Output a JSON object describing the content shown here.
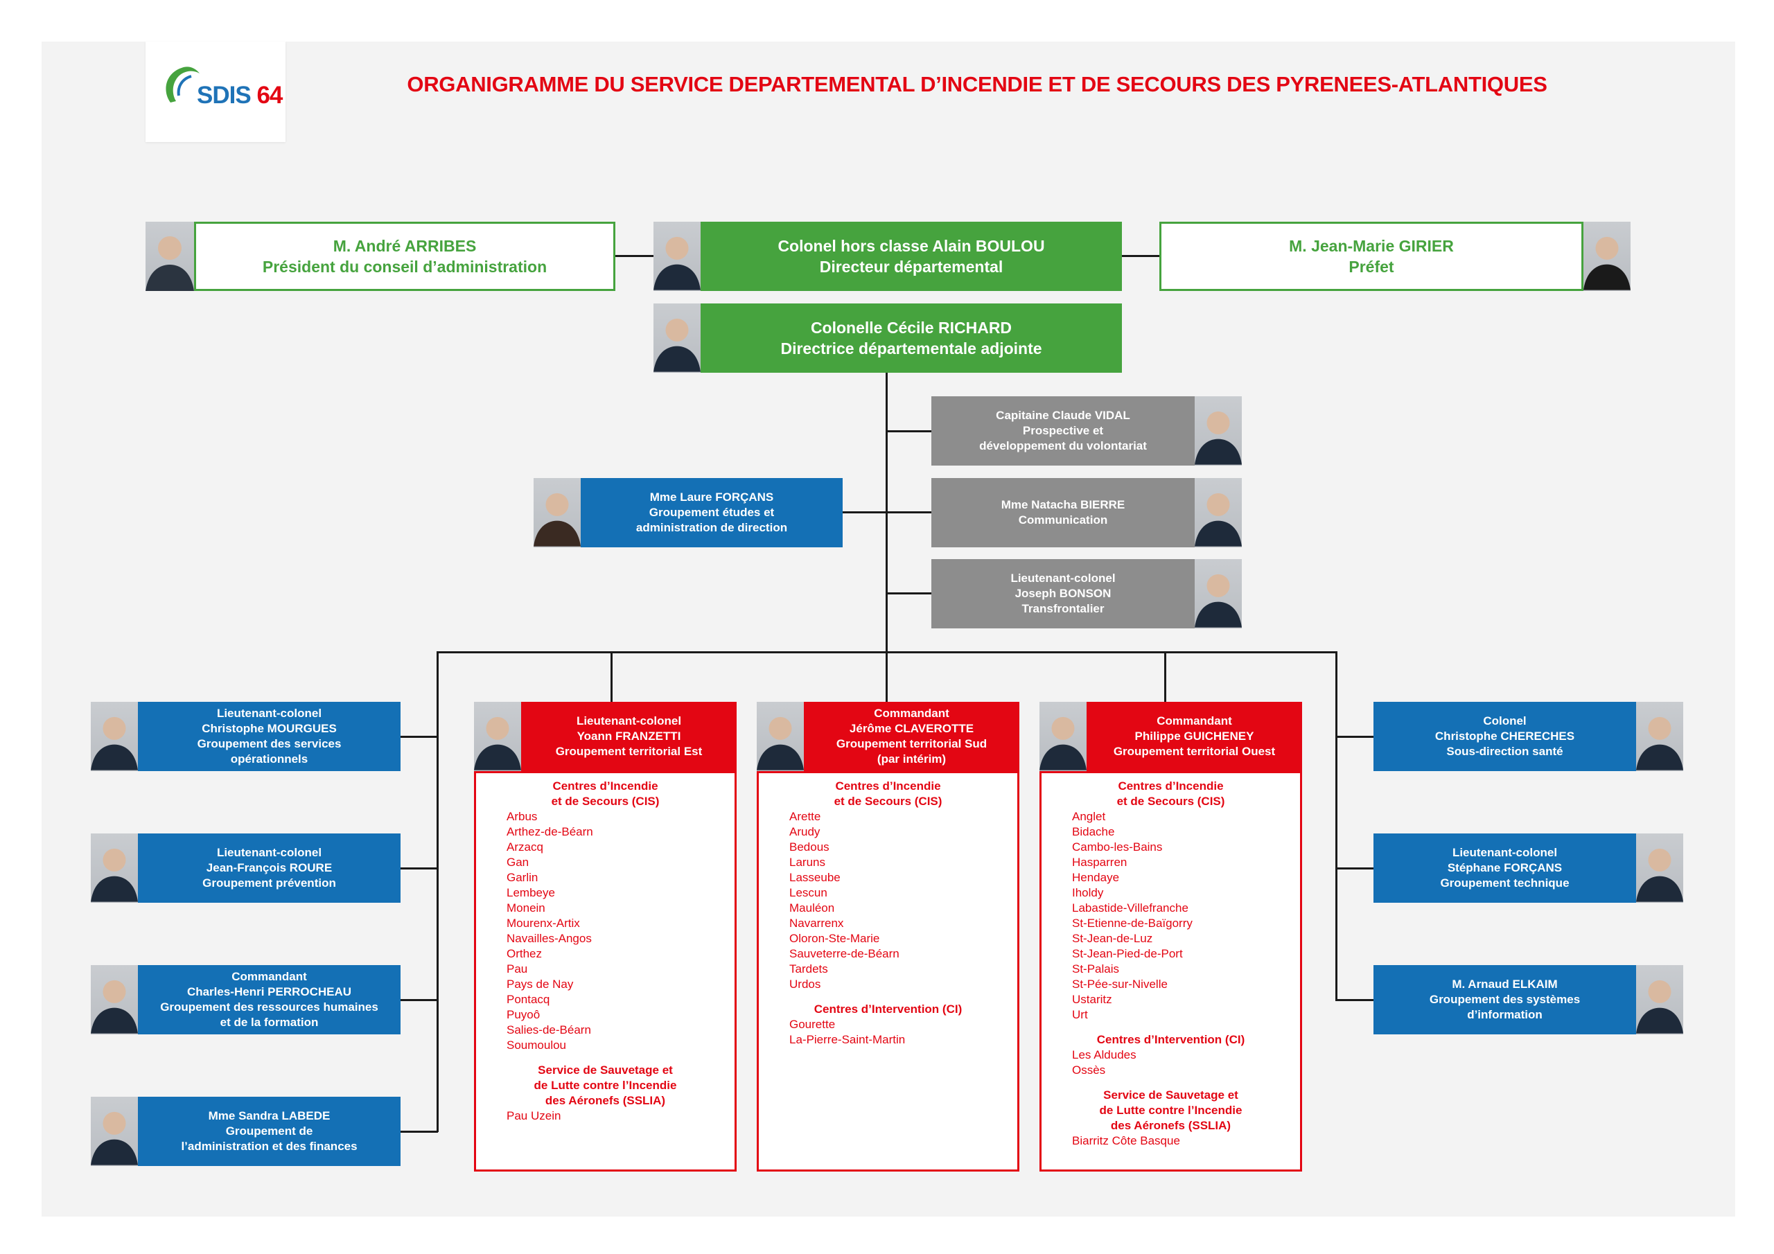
{
  "logo": {
    "part1": "SDIS",
    "part2": "64"
  },
  "title": "ORGANIGRAMME DU SERVICE DEPARTEMENTAL D’INCENDIE ET DE SECOURS DES PYRENEES-ATLANTIQUES",
  "top": {
    "president": {
      "line1": "M. André ARRIBES",
      "line2": "Président du conseil d’administration"
    },
    "director": {
      "line1": "Colonel hors classe Alain BOULOU",
      "line2": "Directeur départemental"
    },
    "prefect": {
      "line1": "M. Jean-Marie GIRIER",
      "line2": "Préfet"
    },
    "deputy": {
      "line1": "Colonelle Cécile RICHARD",
      "line2": "Directrice départementale adjointe"
    }
  },
  "staff": {
    "vidal": {
      "line1": "Capitaine Claude VIDAL",
      "line2": "Prospective et",
      "line3": "développement du volontariat"
    },
    "bierre": {
      "line1": "Mme Natacha BIERRE",
      "line2": "Communication"
    },
    "bonson": {
      "line1": "Lieutenant-colonel",
      "line2": "Joseph BONSON",
      "line3": "Transfrontalier"
    },
    "forcans_laure": {
      "line1": "Mme Laure FORÇANS",
      "line2": "Groupement études et",
      "line3": "administration de direction"
    }
  },
  "left_groups": [
    {
      "lines": [
        "Lieutenant-colonel",
        "Christophe MOURGUES",
        "Groupement des services",
        "opérationnels"
      ]
    },
    {
      "lines": [
        "Lieutenant-colonel",
        "Jean-François ROURE",
        "Groupement prévention"
      ]
    },
    {
      "lines": [
        "Commandant",
        "Charles-Henri PERROCHEAU",
        "Groupement des ressources humaines",
        "et de la formation"
      ]
    },
    {
      "lines": [
        "Mme Sandra LABEDE",
        "Groupement de",
        "l’administration et des finances"
      ]
    }
  ],
  "right_groups": [
    {
      "lines": [
        "Colonel",
        "Christophe CHERECHES",
        "Sous-direction santé"
      ]
    },
    {
      "lines": [
        "Lieutenant-colonel",
        "Stéphane FORÇANS",
        "Groupement technique"
      ]
    },
    {
      "lines": [
        "M. Arnaud ELKAIM",
        "Groupement des systèmes",
        "d’information"
      ]
    }
  ],
  "territorial": [
    {
      "header": [
        "Lieutenant-colonel",
        "Yoann FRANZETTI",
        "Groupement territorial Est"
      ],
      "sections": [
        {
          "heading": [
            "Centres d’Incendie",
            "et de Secours (CIS)"
          ],
          "items": [
            "Arbus",
            "Arthez-de-Béarn",
            "Arzacq",
            "Gan",
            "Garlin",
            "Lembeye",
            "Monein",
            "Mourenx-Artix",
            "Navailles-Angos",
            "Orthez",
            "Pau",
            "Pays de Nay",
            "Pontacq",
            "Puyoô",
            "Salies-de-Béarn",
            "Soumoulou"
          ]
        },
        {
          "heading": [
            "Service de Sauvetage et",
            "de Lutte contre l’Incendie",
            "des Aéronefs (SSLIA)"
          ],
          "items": [
            "Pau Uzein"
          ]
        }
      ]
    },
    {
      "header": [
        "Commandant",
        "Jérôme CLAVEROTTE",
        "Groupement territorial Sud",
        "(par intérim)"
      ],
      "sections": [
        {
          "heading": [
            "Centres d’Incendie",
            "et de Secours (CIS)"
          ],
          "items": [
            "Arette",
            "Arudy",
            "Bedous",
            "Laruns",
            "Lasseube",
            "Lescun",
            "Mauléon",
            "Navarrenx",
            "Oloron-Ste-Marie",
            "Sauveterre-de-Béarn",
            "Tardets",
            "Urdos"
          ]
        },
        {
          "heading": [
            "Centres d’Intervention (CI)"
          ],
          "items": [
            "Gourette",
            "La-Pierre-Saint-Martin"
          ]
        }
      ]
    },
    {
      "header": [
        "Commandant",
        "Philippe GUICHENEY",
        "Groupement territorial Ouest"
      ],
      "sections": [
        {
          "heading": [
            "Centres d’Incendie",
            "et de Secours (CIS)"
          ],
          "items": [
            "Anglet",
            "Bidache",
            "Cambo-les-Bains",
            "Hasparren",
            "Hendaye",
            "Iholdy",
            "Labastide-Villefranche",
            "St-Etienne-de-Baïgorry",
            "St-Jean-de-Luz",
            "St-Jean-Pied-de-Port",
            "St-Palais",
            "St-Pée-sur-Nivelle",
            "Ustaritz",
            "Urt"
          ]
        },
        {
          "heading": [
            "Centres d’Intervention (CI)"
          ],
          "items": [
            "Les Aldudes",
            "Ossès"
          ]
        },
        {
          "heading": [
            "Service de Sauvetage et",
            "de Lutte contre l’Incendie",
            "des Aéronefs (SSLIA)"
          ],
          "items": [
            "Biarritz Côte Basque"
          ]
        }
      ]
    }
  ],
  "colors": {
    "green": "#46a33e",
    "blue": "#1470b5",
    "gray": "#8d8d8d",
    "red": "#e30613"
  }
}
